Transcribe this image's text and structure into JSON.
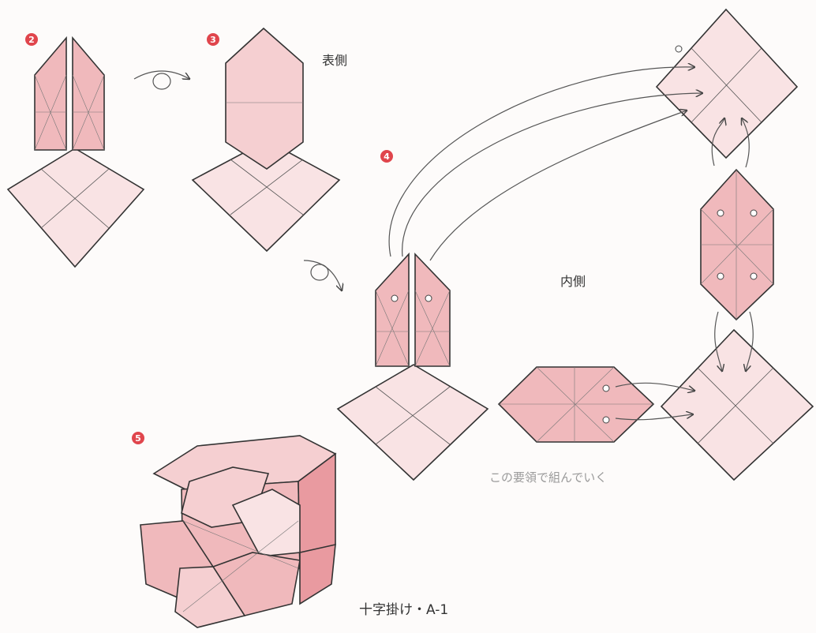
{
  "steps": [
    {
      "number": "2",
      "color": "#e0454c"
    },
    {
      "number": "3",
      "color": "#e0454c"
    },
    {
      "number": "4",
      "color": "#e0454c"
    },
    {
      "number": "5",
      "color": "#e0454c"
    }
  ],
  "labels": {
    "outer_side": "表側",
    "inner_side": "内側",
    "instruction": "この要領で組んでいく",
    "caption": "十字掛け・A-1"
  },
  "icons": [
    "flip-over-icon",
    "flip-over-icon"
  ],
  "colors": {
    "paper": "#f9e3e4",
    "pink": "#f0b9bc",
    "accent": "#e0454c"
  }
}
